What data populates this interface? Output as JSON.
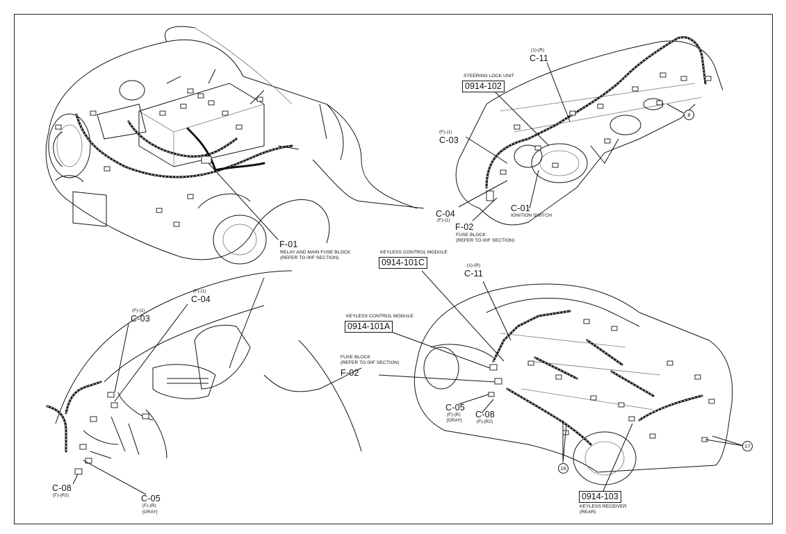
{
  "panel_engine": {
    "f01": {
      "code": "F-01",
      "desc1": "RELAY AND MAIN FUSE BLOCK",
      "desc2": "(REFER TO 00F SECTION)"
    }
  },
  "panel_dash": {
    "steering_lock": {
      "title": "STEERING LOCK UNIT",
      "part": "0914-102"
    },
    "c11": {
      "pin": "(1)-(R)",
      "code": "C-11"
    },
    "c03": {
      "pin": "(F)-(1)",
      "code": "C-03"
    },
    "c04": {
      "code": "C-04",
      "pin": "(F)-(1)"
    },
    "c01": {
      "code": "C-01",
      "desc": "IGNITION SWITCH"
    },
    "f02": {
      "code": "F-02",
      "desc1": "FUSE BLOCK",
      "desc2": "(REFER TO 00F SECTION)"
    },
    "ref8": "8"
  },
  "panel_interior": {
    "c04": {
      "pin": "(F)-(1)",
      "code": "C-04"
    },
    "c03": {
      "pin": "(F)-(1)",
      "code": "C-03"
    },
    "c08": {
      "code": "C-08",
      "pin": "(F)-(R2)"
    },
    "c05": {
      "code": "C-05",
      "pin": "(F)-(R)",
      "color": "[GRAY]"
    }
  },
  "panel_car": {
    "kcm_c": {
      "title": "KEYLESS CONTROL MODULE",
      "part": "0914-101C"
    },
    "c11": {
      "pin": "(1)-(R)",
      "code": "C-11"
    },
    "kcm_a": {
      "title": "KEYLESS CONTROL MODULE",
      "part": "0914-101A"
    },
    "f02": {
      "desc1": "FUSE BLOCK",
      "desc2": "(REFER TO 00F SECTION)",
      "code": "F-02"
    },
    "c05": {
      "code": "C-05",
      "pin": "(F)-(R)",
      "color": "[GRAY]"
    },
    "c08": {
      "code": "C-08",
      "pin": "(F)-(R2)"
    },
    "receiver": {
      "part": "0914-103",
      "desc1": "KEYLESS RECEIVER",
      "desc2": "(REAR)"
    },
    "ref16": "16",
    "ref17": "17"
  }
}
